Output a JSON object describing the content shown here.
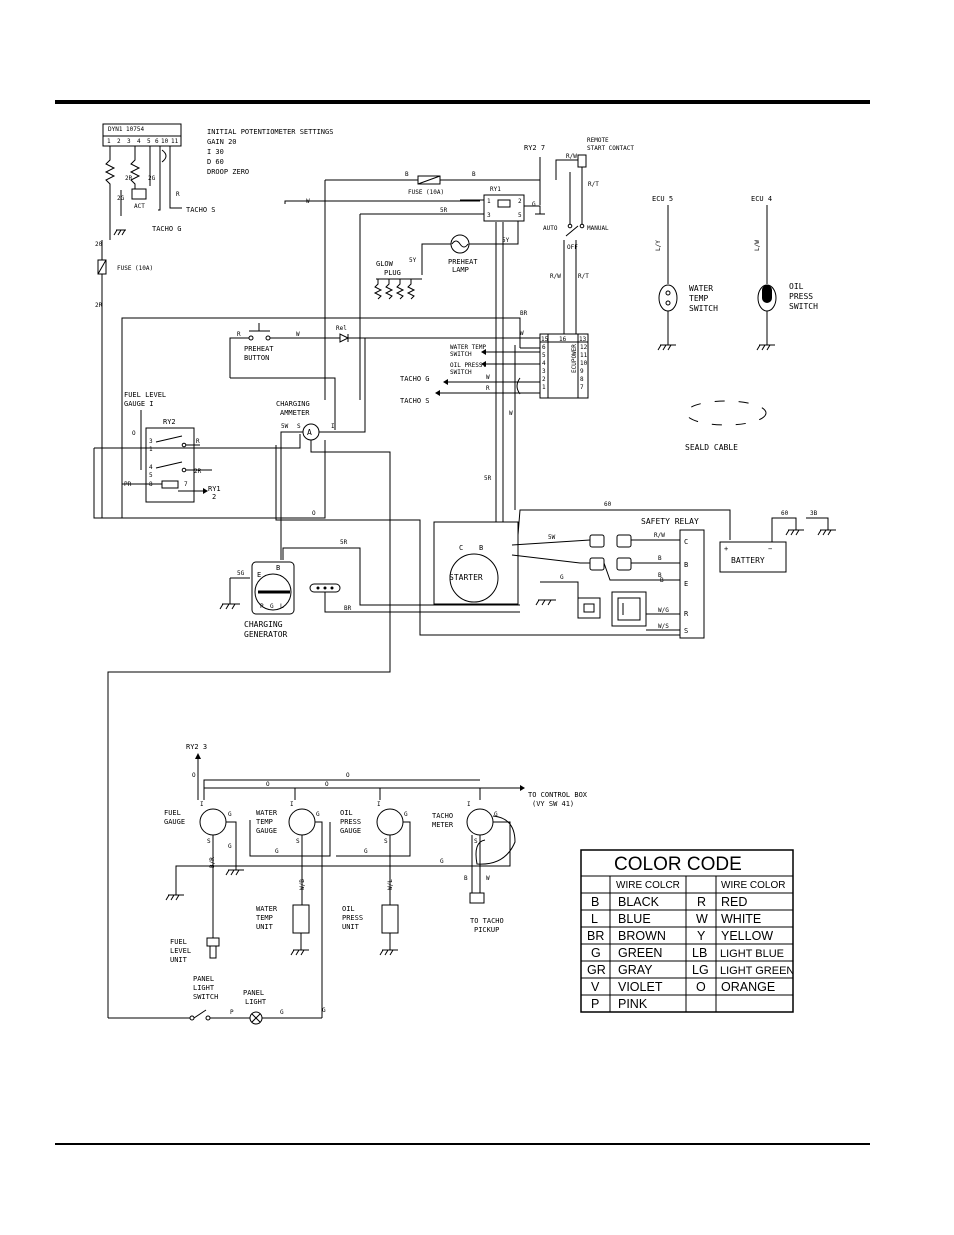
{
  "ecu_module": {
    "model": "DYN1 10754",
    "settings": [
      "INITIAL POTENTIOMETER SETTINGS",
      "GAIN 20",
      "I      30",
      "D      60",
      "DROOP ZERO"
    ],
    "pins": [
      "1",
      "2",
      "3",
      "4",
      "5",
      "6",
      "10",
      "11"
    ],
    "wire_2R": "2R",
    "wire_2G": "2G",
    "wire_2G2": "2G",
    "wire_R": "R",
    "act": "ACT",
    "tacho_s": "TACHO  S",
    "tacho_g": "TACHO  G",
    "wire_20": "20",
    "wire_2R_b": "2R",
    "fuse": "FUSE (10A)"
  },
  "top": {
    "ry2_7": "RY2  7",
    "wire_b1": "B",
    "wire_b2": "B",
    "fuse_top": "FUSE (10A)",
    "ry1": "RY1",
    "ry1_pins": [
      "1",
      "2",
      "3",
      "5"
    ],
    "wire_w": "W",
    "wire_5r": "5R",
    "wire_5y": "5Y",
    "wire_5y2": "5Y",
    "wire_g": "G",
    "wire_rw": "R/W",
    "wire_rt": "R/T",
    "remote": [
      "REMOTE",
      "START CONTACT"
    ],
    "auto": "AUTO",
    "manual": "MANUAL",
    "off": "OFF",
    "wire_rw2": "R/W",
    "wire_rt2": "R/T",
    "glow": [
      "GLOW",
      "PLUG"
    ],
    "preheat_lamp": [
      "PREHEAT",
      "LAMP"
    ]
  },
  "ecu_switches": {
    "ecu5": "ECU  5",
    "ecu4": "ECU  4",
    "wire_ly": "L/Y",
    "wire_lw": "L/W",
    "water": [
      "WATER",
      "TEMP",
      "SWITCH"
    ],
    "oil": [
      "OIL",
      "PRESS",
      "SWITCH"
    ],
    "seald": "SEALD CABLE"
  },
  "mid": {
    "preheat_button": [
      "PREHEAT",
      "BUTTON"
    ],
    "rel": "Rel",
    "wire_r": "R",
    "wire_w": "W",
    "wire_w2": "W",
    "wire_br": "BR",
    "connector_label": "ECUPOWER",
    "connector_pins_left": [
      "15",
      "6",
      "5",
      "4",
      "3",
      "2",
      "1"
    ],
    "connector_pins_right": [
      "16",
      "13",
      "12",
      "11",
      "10",
      "9",
      "8",
      "7"
    ],
    "water_temp_sw": [
      "WATER TEMP",
      "SWITCH"
    ],
    "oil_press_sw": [
      "OIL PRESS.",
      "SWITCH"
    ],
    "tacho_g": "TACHO  G",
    "tacho_s": "TACHO  S",
    "wire_w3": "W",
    "wire_r2": "R",
    "wire_w4": "W",
    "wire_5r": "5R",
    "fuel_level_gauge": [
      "FUEL LEVEL",
      "GAUGE  I"
    ],
    "ry2": "RY2",
    "ry2_pins": [
      "3",
      "1",
      "4",
      "5",
      "8",
      "7"
    ],
    "wire_o": "O",
    "wire_r3": "R",
    "wire_2r": "2R",
    "wire_pr": "PR",
    "ry1_2": [
      "RY1",
      "2"
    ],
    "charging_ammeter": [
      "CHARGING",
      "AMMETER"
    ],
    "sw_s_a_i": [
      "5W",
      "S",
      "A",
      "I"
    ]
  },
  "lower": {
    "wire_o": "O",
    "wire_5r": "5R",
    "wire_5g": "5G",
    "gen_terms": [
      "E",
      "B",
      "P",
      "G",
      "L"
    ],
    "charging_generator": [
      "CHARGING",
      "GENERATOR"
    ],
    "wire_br": "BR",
    "starter": "STARTER",
    "starter_terms": [
      "C",
      "B"
    ],
    "wire_60": "60",
    "wire_5w": "5W",
    "wire_b": "B",
    "wire_g": "G",
    "safety_relay": "SAFETY RELAY",
    "relay_terms": [
      "C",
      "B",
      "E",
      "R",
      "S"
    ],
    "wire_rw": "R/W",
    "wire_b2": "B",
    "wire_b3": "B",
    "wire_wg": "W/G",
    "wire_ws": "W/S",
    "battery": "BATTERY",
    "plus": "+",
    "minus": "−",
    "wire_60b": "60",
    "wire_3b": "3B"
  },
  "gauges": {
    "ry2_3": "RY2  3",
    "wire_o_list": [
      "O",
      "O",
      "O",
      "O"
    ],
    "fuel": [
      "FUEL",
      "GAUGE"
    ],
    "water": [
      "WATER",
      "TEMP",
      "GAUGE"
    ],
    "oil": [
      "OIL",
      "PRESS",
      "GAUGE"
    ],
    "tacho": [
      "TACHO",
      "METER"
    ],
    "to_control": [
      "TO CONTROL BOX",
      "(VY SW 41)"
    ],
    "terms": [
      "I",
      "G",
      "S"
    ],
    "wire_g_list": [
      "G",
      "G",
      "G",
      "G",
      "G"
    ],
    "wire_br": "B/R",
    "wire_wb": "W/B",
    "wire_wl": "W/L",
    "wire_b": "B",
    "wire_w": "W",
    "water_unit": [
      "WATER",
      "TEMP",
      "UNIT"
    ],
    "oil_unit": [
      "OIL",
      "PRESS",
      "UNIT"
    ],
    "to_tacho": [
      "TO TACHO",
      "PICKUP"
    ],
    "fuel_unit": [
      "FUEL",
      "LEVEL",
      "UNIT"
    ],
    "panel_sw": [
      "PANEL",
      "LIGHT",
      "SWITCH"
    ],
    "panel_light": [
      "PANEL",
      "LIGHT"
    ],
    "wire_p": "P",
    "wire_g": "G"
  },
  "color_code": {
    "title": "COLOR CODE",
    "header_left": "WIRE COLCR",
    "header_right": "WIRE COLOR",
    "rows": [
      {
        "code": "B",
        "name": "BLACK",
        "code2": "R",
        "name2": "RED"
      },
      {
        "code": "L",
        "name": "BLUE",
        "code2": "W",
        "name2": "WHITE"
      },
      {
        "code": "BR",
        "name": "BROWN",
        "code2": "Y",
        "name2": "YELLOW"
      },
      {
        "code": "G",
        "name": "GREEN",
        "code2": "LB",
        "name2": "LIGHT BLUE"
      },
      {
        "code": "GR",
        "name": "GRAY",
        "code2": "LG",
        "name2": "LIGHT GREEN"
      },
      {
        "code": "V",
        "name": "VIOLET",
        "code2": "O",
        "name2": "ORANGE"
      },
      {
        "code": "P",
        "name": "PINK",
        "code2": "",
        "name2": ""
      }
    ]
  }
}
